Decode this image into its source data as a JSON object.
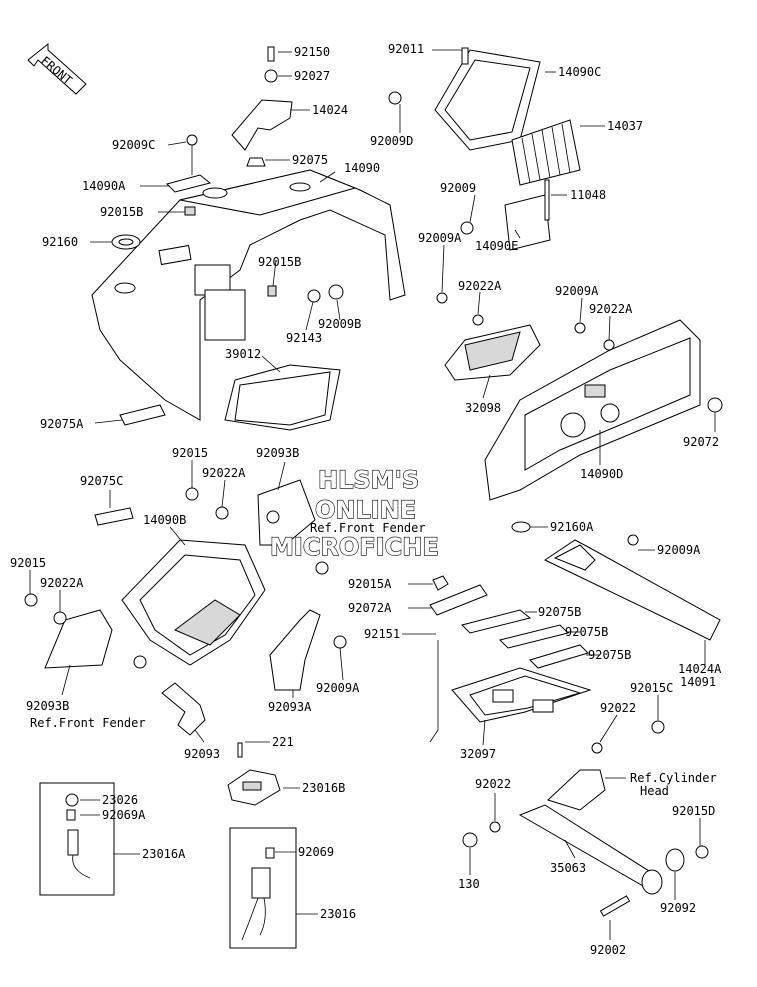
{
  "front_arrow": "FRONT",
  "watermark": {
    "line1": "HLSM'S",
    "line2": "ONLINE",
    "line3": "MICROFICHE",
    "ref": "Ref.Front Fender"
  },
  "labels": {
    "p92150": "92150",
    "p92027": "92027",
    "p14024": "14024",
    "p92075": "92075",
    "p92009C": "92009C",
    "p14090A": "14090A",
    "p92015B": "92015B",
    "p14090": "14090",
    "p92160": "92160",
    "p92015B_2": "92015B",
    "p92143": "92143",
    "p92009B": "92009B",
    "p39012": "39012",
    "p92075A": "92075A",
    "p92011": "92011",
    "p14090C": "14090C",
    "p92009D": "92009D",
    "p14037": "14037",
    "p92009": "92009",
    "p11048": "11048",
    "p14090E": "14090E",
    "p92009A": "92009A",
    "p92022A": "92022A",
    "p92009A_2": "92009A",
    "p92022A_2": "92022A",
    "p32098": "32098",
    "p14090D": "14090D",
    "p92072": "92072",
    "p92015": "92015",
    "p92022A_3": "92022A",
    "p92093B": "92093B",
    "p92075C": "92075C",
    "p14090B": "14090B",
    "p92015_2": "92015",
    "p92022A_4": "92022A",
    "p92093B_2": "92093B",
    "ref_front_fender": "Ref.Front Fender",
    "p92009A_3": "92009A",
    "p92093A": "92093A",
    "p92093": "92093",
    "p92160A": "92160A",
    "p92009A_4": "92009A",
    "p92015A": "92015A",
    "p92072A": "92072A",
    "p92075B": "92075B",
    "p92075B_2": "92075B",
    "p92075B_3": "92075B",
    "p14024A": "14024A",
    "p14091": "14091",
    "p92151": "92151",
    "p92015C": "92015C",
    "p32097": "32097",
    "p92022": "92022",
    "p92022_2": "92022",
    "ref_cyl": "Ref.Cylinder",
    "ref_cyl2": "Head",
    "p92015D": "92015D",
    "p130": "130",
    "p35063": "35063",
    "p92092": "92092",
    "p92002": "92002",
    "p221": "221",
    "p23016B": "23016B",
    "p23026": "23026",
    "p92069A": "92069A",
    "p23016A": "23016A",
    "p92069": "92069",
    "p23016": "23016"
  }
}
